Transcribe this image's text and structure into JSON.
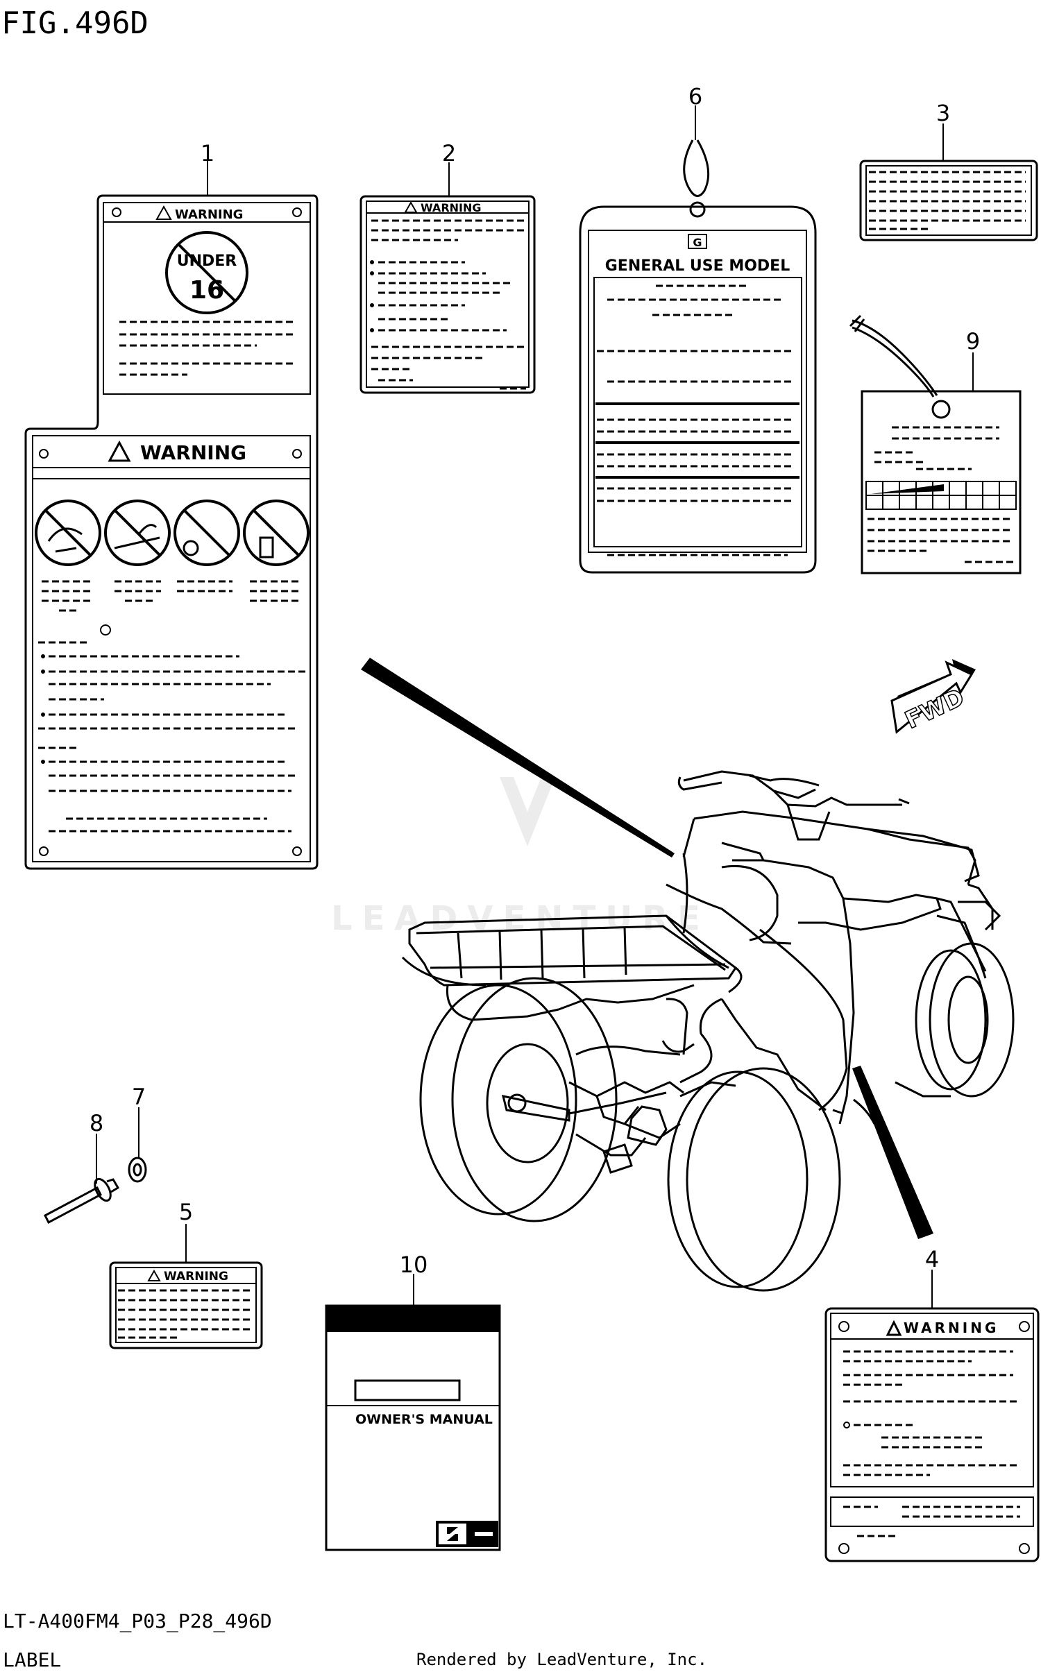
{
  "figure_title": "FIG.496D",
  "footer": {
    "model_code": "LT-A400FM4_P03_P28_496D",
    "section": "LABEL",
    "rendered_by": "Rendered by LeadVenture, Inc."
  },
  "watermark": "LEADVENTURE",
  "callouts": {
    "c1": "1",
    "c2": "2",
    "c3": "3",
    "c4": "4",
    "c5": "5",
    "c6": "6",
    "c7": "7",
    "c8": "8",
    "c9": "9",
    "c10": "10"
  },
  "labels": {
    "warning": "WARNING",
    "warning_spaced": "WARNING",
    "under": "UNDER",
    "age": "16",
    "general_use_model": "GENERAL USE MODEL",
    "tag_letter": "G",
    "owners_manual": "OWNER'S MANUAL",
    "fwd": "FWD"
  },
  "colors": {
    "line": "#000000",
    "watermark": "#e8e8e8"
  }
}
